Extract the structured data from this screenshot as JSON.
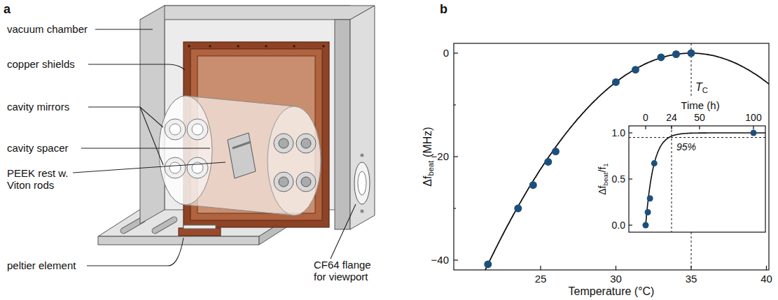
{
  "diagram": {
    "labels": [
      "a",
      "vacuum chamber",
      "copper shields",
      "cavity mirrors",
      "cavity spacer",
      "PEEK rest w. Viton rods",
      "peltier element",
      "CF64 flange for viewport",
      "b",
      "Δf",
      "beat",
      "(MHz)",
      "0",
      "−20",
      "−40",
      "25",
      "30",
      "35",
      "40",
      "Temperature (°C)",
      "T",
      "C",
      "Time (h)",
      "0",
      "24",
      "50",
      "100",
      "1.0",
      "0.5",
      "0.0",
      "95%",
      "Δf",
      "beat",
      "/f",
      "1"
    ]
  }
}
